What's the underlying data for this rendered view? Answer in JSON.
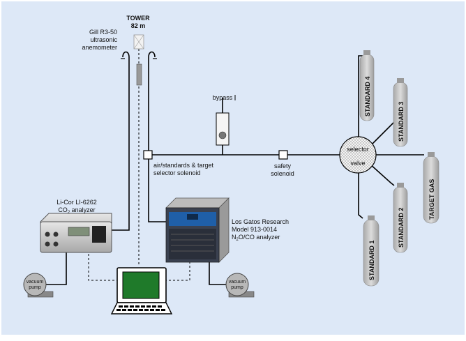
{
  "tower": {
    "title": "TOWER",
    "height": "82 m"
  },
  "anemometer": {
    "line1": "Gill R3-50",
    "line2": "ultrasonic",
    "line3": "anemometer"
  },
  "bypass": {
    "label": "bypass"
  },
  "selector_solenoid": {
    "line1": "air/standards & target",
    "line2": "selector solenoid"
  },
  "safety_solenoid": {
    "line1": "safety",
    "line2": "solenoid"
  },
  "selector_valve": {
    "line1": "selector",
    "line2": "valve"
  },
  "licor": {
    "line1": "Li-Cor LI-6262",
    "line2_prefix": "CO",
    "line2_sub": "2",
    "line2_suffix": " analyzer"
  },
  "losgatos": {
    "line1": "Los Gatos Research",
    "line2": "Model 913-0014",
    "line3_a": "N",
    "line3_sub1": "2",
    "line3_b": "O/CO analyzer"
  },
  "vacuum_pump_left": {
    "line1": "vacuum",
    "line2": "pump"
  },
  "vacuum_pump_right": {
    "line1": "vacuum",
    "line2": "pump"
  },
  "cylinders": {
    "standard4": "STANDARD 4",
    "standard3": "STANDARD 3",
    "target_gas": "TARGET GAS",
    "standard2": "STANDARD 2",
    "standard1": "STANDARD 1"
  },
  "colors": {
    "background": "#dde8f7",
    "line": "#000000",
    "cylinder": "#c8c8c8",
    "screen": "#1f7a2a"
  }
}
